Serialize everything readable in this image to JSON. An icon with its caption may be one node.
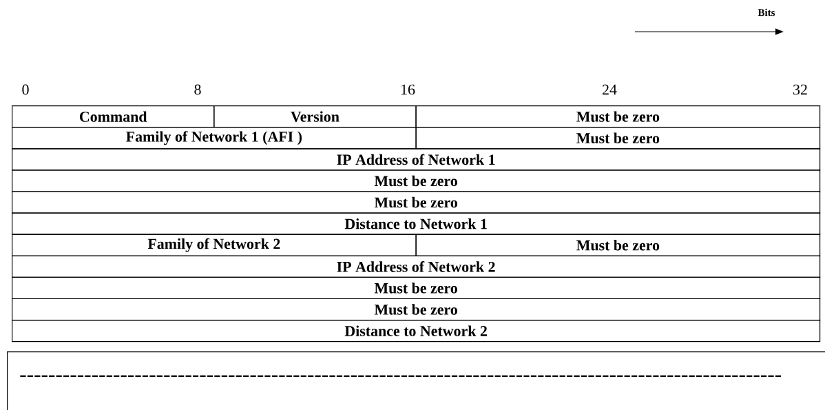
{
  "diagram": {
    "nodes": [
      {
        "text": [
          "Command"
        ]
      },
      {
        "text": [
          "Version"
        ]
      },
      {
        "text": [
          "Must be zero"
        ]
      },
      {
        "text": [
          "Family of Network 1 (AFI )"
        ]
      },
      {
        "text": [
          "Must be zero"
        ]
      },
      {
        "text": [
          "IP Address of Network 1"
        ]
      },
      {
        "text": [
          "Must be zero"
        ]
      },
      {
        "text": [
          "Must be zero"
        ]
      },
      {
        "text": [
          "Distance to Network 1"
        ]
      },
      {
        "text": [
          "Family of Network 2"
        ]
      },
      {
        "text": [
          "Must be zero"
        ]
      },
      {
        "text": [
          "IP Address of Network 2"
        ]
      },
      {
        "text": [
          "Must be zero"
        ]
      },
      {
        "text": [
          "Must be zero"
        ]
      },
      {
        "text": [
          "Distance to Network 2"
        ]
      },
      {
        "text": [
          "----------------------------------------------------------------------------------------------------------"
        ]
      }
    ],
    "labels": [
      "Bits",
      "0",
      "8",
      "16",
      "24",
      "32"
    ]
  }
}
